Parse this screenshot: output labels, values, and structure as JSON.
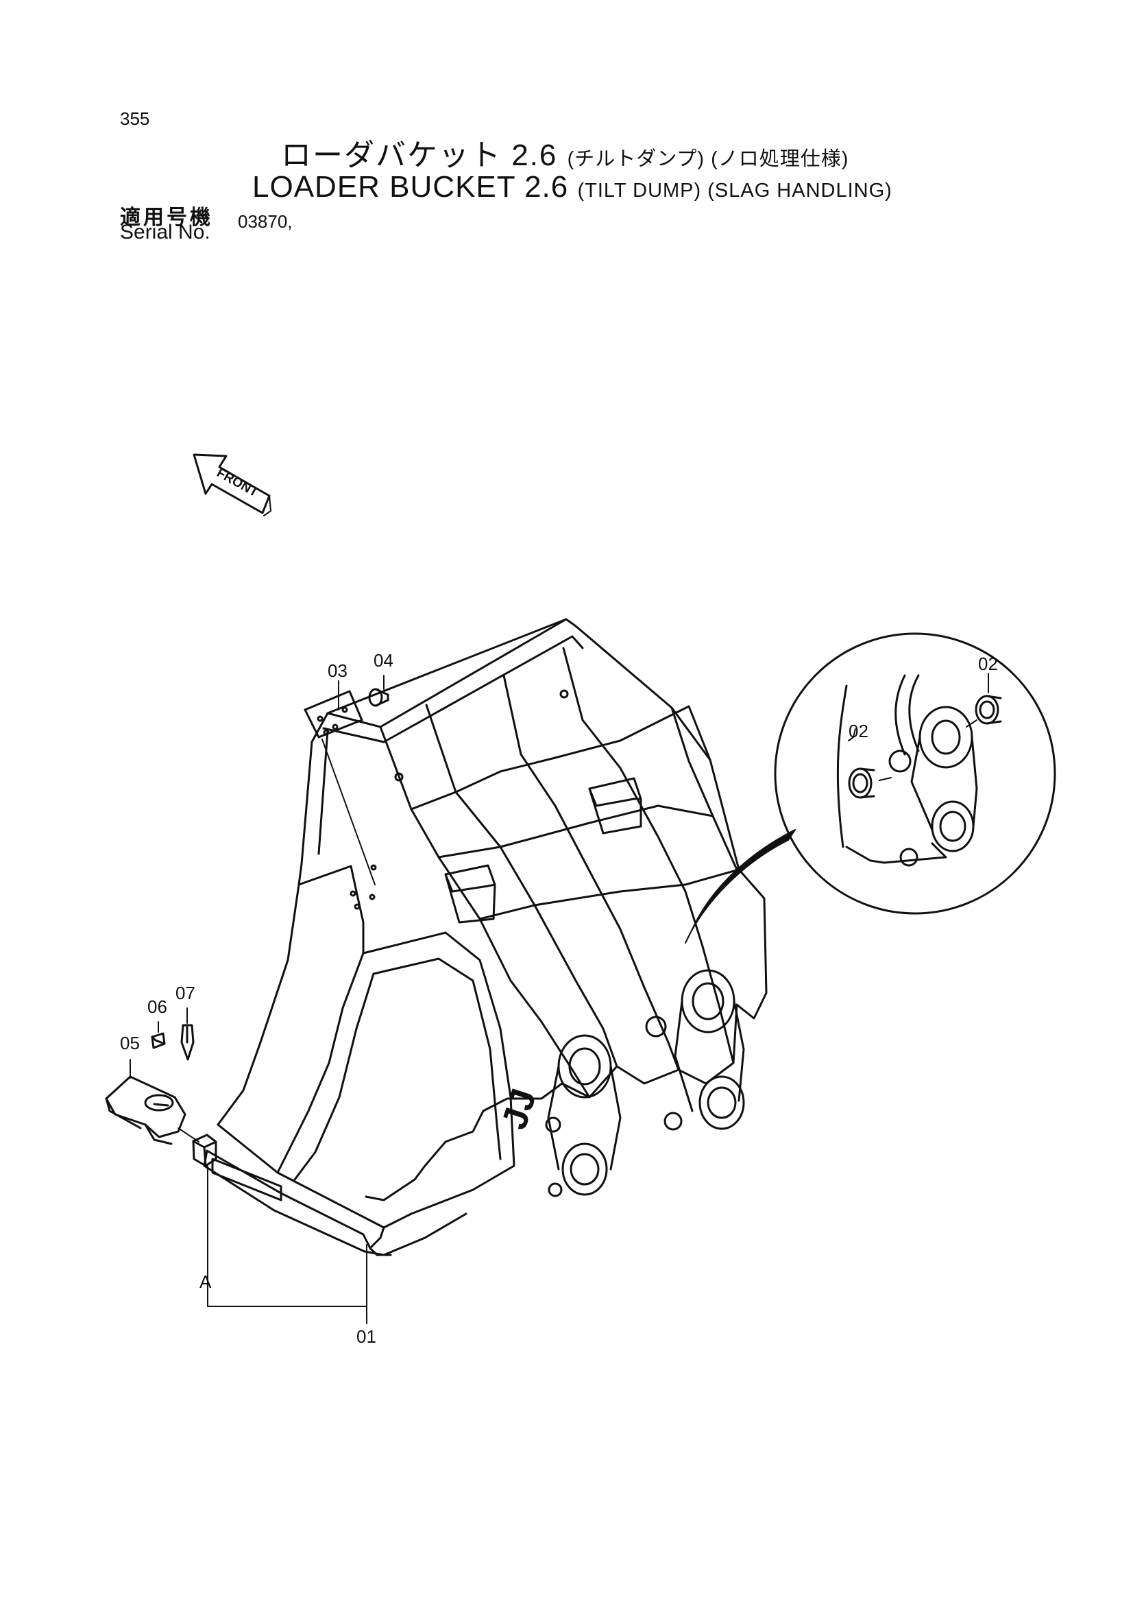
{
  "header": {
    "page_number": "355",
    "title_ja_main": "ローダバケット 2.6",
    "title_ja_sub": "(チルトダンプ) (ノロ処理仕様)",
    "title_en_main": "LOADER BUCKET 2.6",
    "title_en_sub": "(TILT DUMP) (SLAG HANDLING)",
    "serial_label_ja": "適用号機",
    "serial_label_en": "Serial No.",
    "serial_value": "03870,"
  },
  "diagram": {
    "front_marker": "FRONT",
    "callouts": {
      "p01": "01",
      "p02_a": "02",
      "p02_b": "02",
      "p03": "03",
      "p04": "04",
      "p05": "05",
      "p06": "06",
      "p07": "07",
      "view_a": "A"
    },
    "bucket_mark": "JJ"
  }
}
